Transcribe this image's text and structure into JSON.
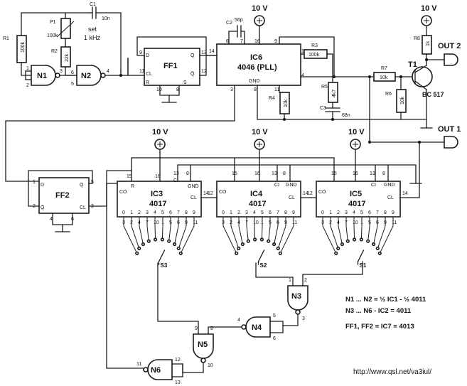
{
  "supply": "10 V",
  "ic": {
    "ff1": "FF1",
    "ff2": "FF2",
    "ic6": [
      "IC6",
      "4046 (PLL)"
    ],
    "ic3": [
      "IC3",
      "4017"
    ],
    "ic4": [
      "IC4",
      "4017"
    ],
    "ic5": [
      "IC5",
      "4017"
    ],
    "n1": "N1",
    "n2": "N2",
    "n3": "N3",
    "n4": "N4",
    "n5": "N5",
    "n6": "N6",
    "t1": "T1",
    "t1_type": "BC 517"
  },
  "components": {
    "c1": "C1",
    "c1_val": "10n",
    "c2": "C2",
    "c2_val": "56p",
    "c3": "C3",
    "c3_val": "68n",
    "r1": "R1",
    "r1_val": "100k",
    "r2": "R2",
    "r2_val": "22k",
    "p1": "P1",
    "p1_val": "100k",
    "r3": "R3",
    "r3_val": "100k",
    "r4": "R4",
    "r4_val": "10k",
    "r5": "R5",
    "r5_val": "4k7",
    "r6": "R6",
    "r6_val": "10k",
    "r7": "R7",
    "r7_val": "10k",
    "r8": "R8",
    "r8_val": "1k",
    "set": [
      "set",
      "1 kHz"
    ]
  },
  "switches": {
    "s1": "S1",
    "s2": "S2",
    "s3": "S3"
  },
  "outputs": {
    "out1": "OUT 1",
    "out2": "OUT 2"
  },
  "notes": [
    "N1 ... N2 = ½ IC1 - ½ 4011",
    "N3 ... N6 - IC2 = 4011",
    "FF1, FF2 = IC7 = 4013"
  ],
  "watermark": "http://www.qsl.net/va3iul/",
  "pins": {
    "counter_outputs": [
      "0",
      "1",
      "2",
      "3",
      "4",
      "5",
      "6",
      "7",
      "8",
      "9"
    ],
    "counter_pinnums": [
      "3",
      "2",
      "4",
      "7",
      "10",
      "1",
      "5",
      "6",
      "9",
      "11"
    ],
    "ff_labels": [
      "D",
      "Q",
      "Q̄",
      "R",
      "S",
      "CL"
    ],
    "counter_labels": [
      "R",
      "E",
      "CI",
      "GND",
      "CO",
      "CL"
    ]
  }
}
